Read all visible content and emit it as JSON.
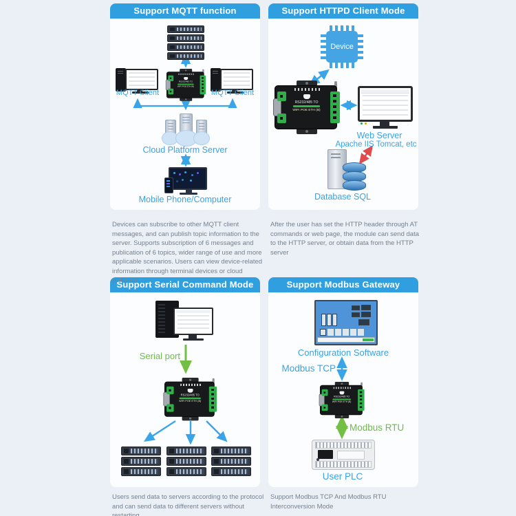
{
  "colors": {
    "header_bg": "#2f9fdf",
    "page_bg": "#ebf0f6",
    "card_bg": "#fbfdff",
    "label_blue": "#3ba2e2",
    "label_green": "#6cbd45",
    "arrow_blue": "#39a5e8",
    "arrow_green": "#72bf44",
    "arrow_red": "#e24b4b",
    "description_text": "#75808e"
  },
  "device": {
    "line1": "RS232/485 TO",
    "line2": "WIFI POE ETH (B)",
    "logo_icon": "waveshare-logo-icon"
  },
  "panels": [
    {
      "title": "Support MQTT function",
      "icons": [
        "rack-server-icon",
        "mqtt-client-computer-icon",
        "serial-server-device-icon",
        "cloud-platform-icon",
        "mobile-phone-computer-icon"
      ],
      "labels": {
        "client_left": "MQTT Client",
        "client_right": "MQTT Client",
        "cloud": "Cloud Platform Server",
        "mobile": "Mobile Phone/Computer"
      },
      "description": "Devices can subscribe to other MQTT client messages, and can publish topic information to the server. Supports subscription of 6 messages and publication of 6 topics, wider range of use and more applicable scenarios. Users can view device-related information through terminal devices or cloud platforms."
    },
    {
      "title": "Support HTTPD Client Mode",
      "icons": [
        "chip-icon",
        "serial-server-device-icon",
        "web-server-monitor-icon",
        "database-icon"
      ],
      "labels": {
        "chip": "Device",
        "web_server": "Web Server",
        "web_server_sub": "Apache IIS Tomcat, etc",
        "database": "Database SQL"
      },
      "description": "After the user has set the HTTP header through AT commands or web page, the module can send data to the HTTP server, or obtain data from the HTTP server"
    },
    {
      "title": "Support Serial Command Mode",
      "icons": [
        "desktop-computer-icon",
        "serial-server-device-icon",
        "rack-server-icon"
      ],
      "labels": {
        "serial_port": "Serial port"
      },
      "description": "Users send data to servers according to the protocol and can send data to different servers without restarting"
    },
    {
      "title": "Support Modbus Gateway",
      "icons": [
        "configuration-software-icon",
        "serial-server-device-icon",
        "plc-icon"
      ],
      "labels": {
        "config": "Configuration Software",
        "modbus_tcp": "Modbus TCP",
        "modbus_rtu": "Modbus RTU",
        "plc": "User PLC"
      },
      "description": "Support Modbus TCP And Modbus RTU Interconversion Mode"
    }
  ]
}
